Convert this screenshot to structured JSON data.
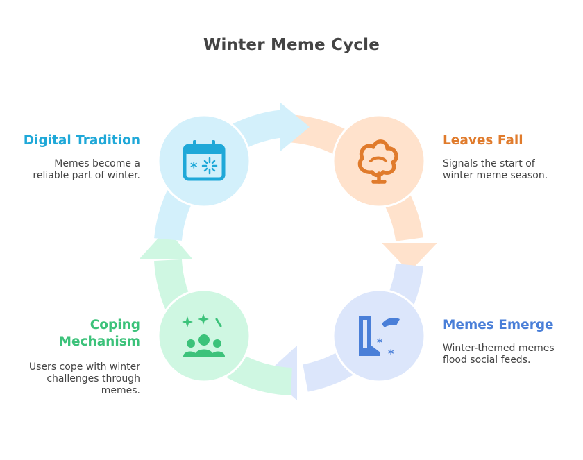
{
  "title": "Winter Meme Cycle",
  "colors": {
    "orange": "#E07B2C",
    "orange_fill": "#FFE2CC",
    "blue": "#4A7FD8",
    "blue_fill": "#DCE6FB",
    "green": "#3CC27A",
    "green_fill": "#CFF7E2",
    "cyan": "#1FA8D8",
    "cyan_fill": "#D3F0FB",
    "text": "#444444"
  },
  "stages": [
    {
      "id": "leaves-fall",
      "label": "Leaves Fall",
      "description_lines": [
        "Signals the start of",
        "winter meme season."
      ],
      "icon": "tree-icon",
      "color": "#E07B2C"
    },
    {
      "id": "memes-emerge",
      "label": "Memes Emerge",
      "description_lines": [
        "Winter-themed memes",
        "flood social feeds."
      ],
      "icon": "cold-weather-icon",
      "color": "#4A7FD8"
    },
    {
      "id": "coping-mechanism",
      "label_lines": [
        "Coping",
        "Mechanism"
      ],
      "description_lines": [
        "Users cope with winter",
        "challenges through",
        "memes."
      ],
      "icon": "group-celebration-icon",
      "color": "#3CC27A"
    },
    {
      "id": "digital-tradition",
      "label": "Digital Tradition",
      "description_lines": [
        "Memes become a",
        "reliable part of winter."
      ],
      "icon": "calendar-icon",
      "color": "#1FA8D8"
    }
  ]
}
